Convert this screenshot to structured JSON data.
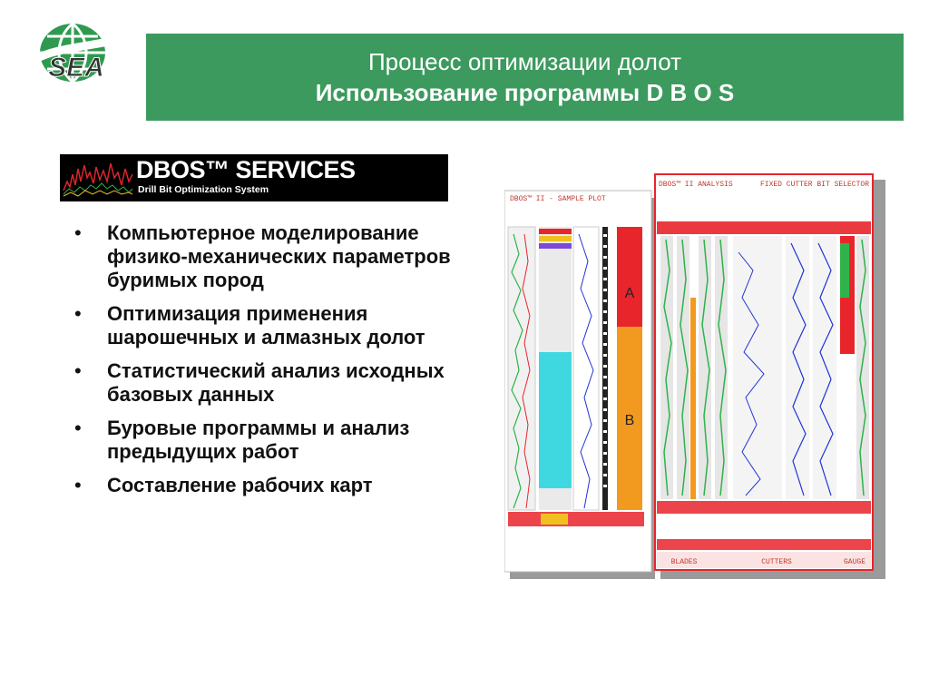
{
  "logo": {
    "text": "SEA",
    "icon": "globe-logo-icon"
  },
  "header": {
    "line1": "Процесс оптимизации долот",
    "line2": "Использование программы  D B O S",
    "background": "#3c9a5e"
  },
  "banner": {
    "title": "DBOS™ SERVICES",
    "subtitle": "Drill Bit Optimization System"
  },
  "bullets": [
    "Компьютерное моделирование физико-механических параметров буримых пород",
    "Оптимизация применения шарошечных и алмазных долот",
    "Статистический анализ исходных базовых данных",
    "Буровые программы и анализ предыдущих работ",
    "Составление рабочих карт"
  ],
  "figure": {
    "left_title": "DBOS™ II - SAMPLE PLOT",
    "right_title": "DBOS™ II ANALYSIS",
    "right_title_2": "FIXED CUTTER BIT SELECTOR",
    "zone_a": "A",
    "zone_b": "B",
    "bottom_labels": [
      "BLADES",
      "CUTTERS",
      "GAUGE"
    ],
    "colors": {
      "red": "#e8252b",
      "cyan": "#3fd8e0",
      "orange": "#f29a1f",
      "green": "#2fb34a",
      "blue": "#1f34d6"
    }
  }
}
